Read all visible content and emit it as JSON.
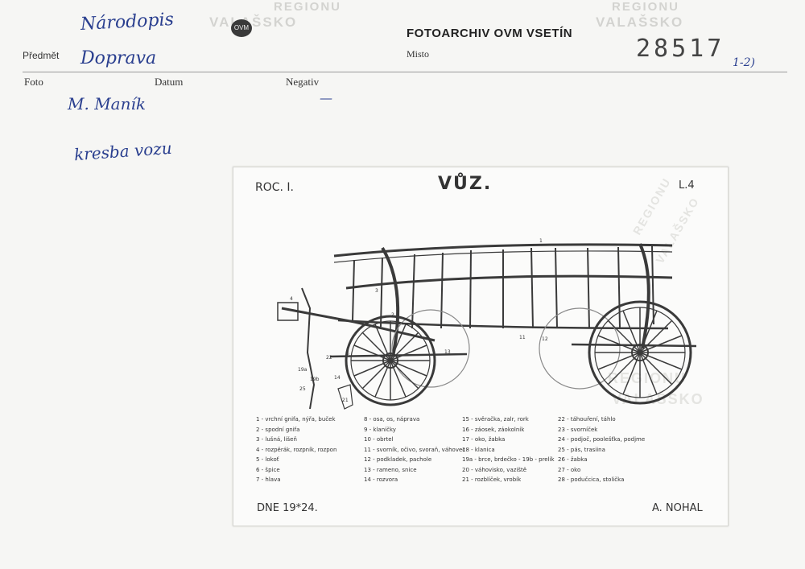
{
  "card": {
    "header_handwriting": "Národopis",
    "title": "FOTOARCHIV OVM VSETÍN",
    "logo_text": "OVM",
    "watermark_line1": "REGIONU",
    "watermark_line2": "VALAŠSKO",
    "number_main": "28517",
    "number_suffix": "1-2)",
    "fields": {
      "predmet_label": "Předmět",
      "predmet_value": "Doprava",
      "misto_label": "Misto",
      "foto_label": "Foto",
      "datum_label": "Datum",
      "negativ_label": "Negativ",
      "negativ_value": "—",
      "foto_value": "M. Maník",
      "description": "kresba vozu"
    }
  },
  "photo": {
    "roc": "ROC. I.",
    "heading": "VŮZ.",
    "sheet": "L.4",
    "date": "DNE 19*24.",
    "signature": "A. NOHAL",
    "watermark_line1": "REGIONU",
    "watermark_line2": "VALAŠSKO",
    "drawing_labels": [
      "1",
      "2",
      "3",
      "4",
      "5",
      "6",
      "11",
      "12",
      "13",
      "14",
      "19a",
      "19b",
      "21",
      "22",
      "25"
    ],
    "legend": [
      [
        "1 - vrchní gnifa, nýřa, buček",
        "2 - spodní gnifa",
        "3 - lušná, lišeň",
        "4 - rozpěrák, rozpník, rozpon",
        "5 - lokoť",
        "6 - špice",
        "7 - hlava"
      ],
      [
        "8 - osa, os, náprava",
        "9 - klaníčky",
        "10 - obrtel",
        "11 - svorník, očivo, svoraň, váhovec",
        "12 - podkladek, pachole",
        "13 - rameno, snice",
        "14 - rozvora"
      ],
      [
        "15 - svěračka, zalr, rork",
        "16 - záosek, záokolník",
        "17 - oko, žabka",
        "18 - klanica",
        "19a - brce, brdečko - 19b - prelík",
        "20 - váhovisko, vaziště",
        "21 - rozblíček, vrobík"
      ],
      [
        "22 - táhouření, táhlo",
        "23 - svorníček",
        "24 - podjoč, poolešťka, podjme",
        "25 - pás, trasiina",
        "26 - žabka",
        "27 - oko",
        "28 - podučcica, stolička"
      ]
    ]
  }
}
